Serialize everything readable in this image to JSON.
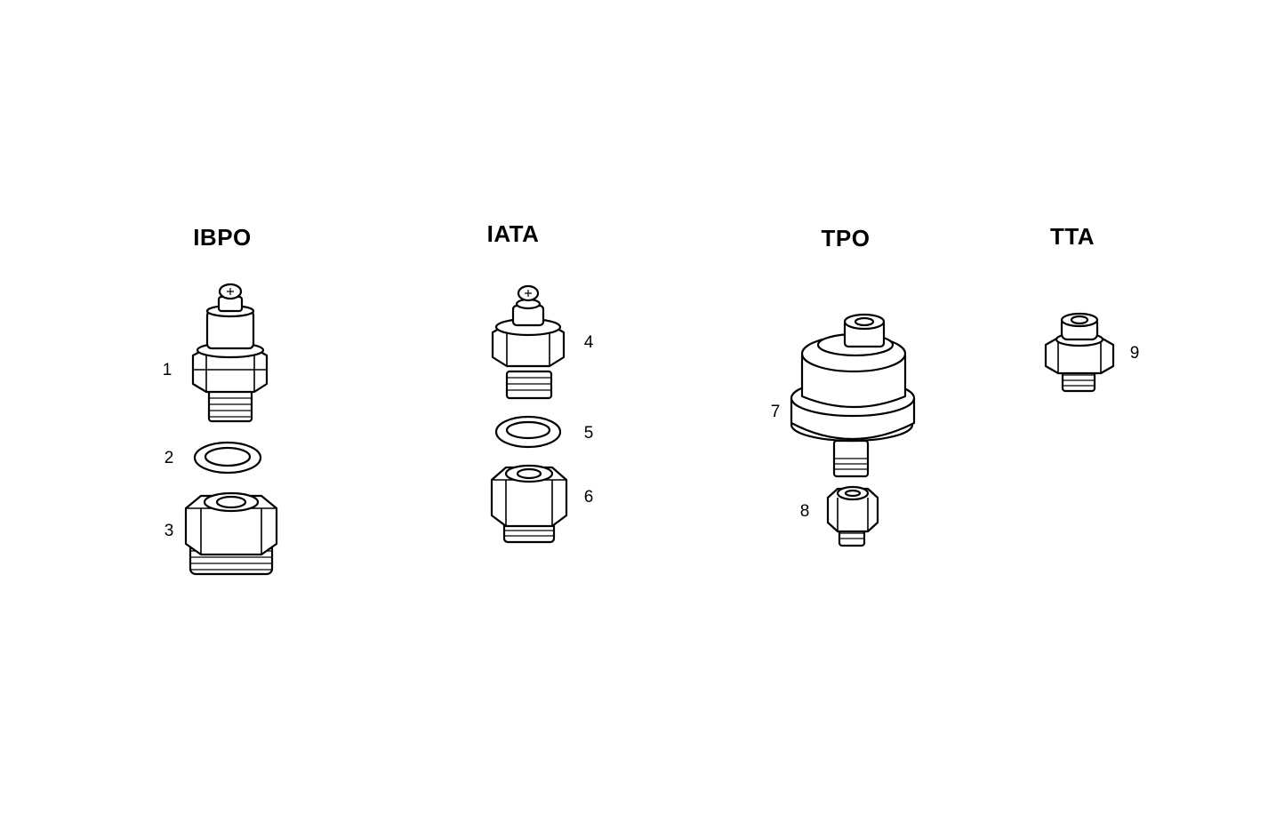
{
  "groups": [
    {
      "title": "IBPO",
      "parts": [
        "1",
        "2",
        "3"
      ]
    },
    {
      "title": "IATA",
      "parts": [
        "4",
        "5",
        "6"
      ]
    },
    {
      "title": "TPO",
      "parts": [
        "7",
        "8"
      ]
    },
    {
      "title": "TTA",
      "parts": [
        "9"
      ]
    }
  ],
  "line_color": "#000000",
  "background": "#ffffff"
}
